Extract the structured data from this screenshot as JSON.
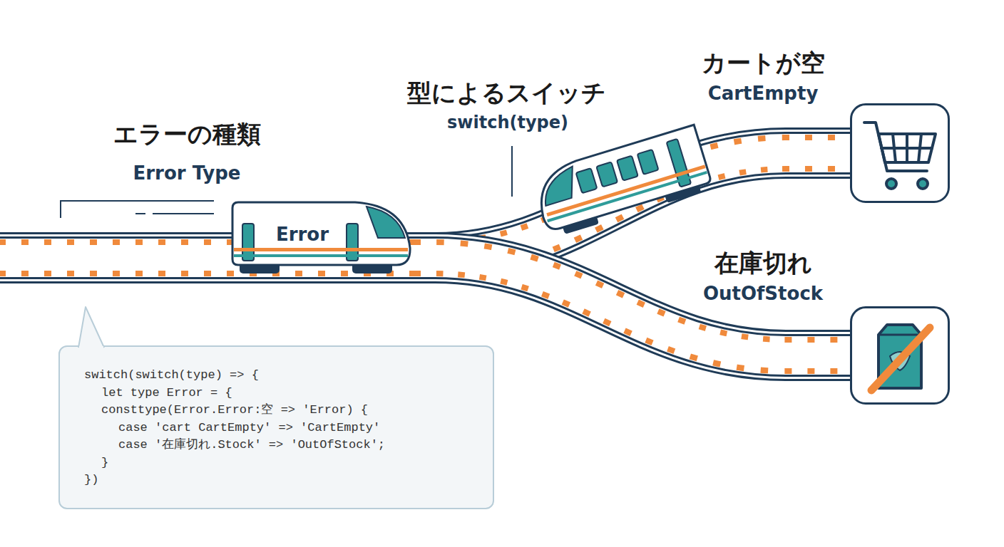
{
  "diagram": {
    "nodes": [
      {
        "text": [
          "Error"
        ]
      },
      {
        "text": [
          "カートが空",
          "CartEmpty"
        ]
      },
      {
        "text": [
          "在庫切れ",
          "OutOfStock"
        ]
      },
      {
        "text": [
          "switch(switch(type) => {",
          "let type Error = {",
          "consttype(Error.Error:空 => 'Error) {",
          "case 'cart CartEmpty' => 'CartEmpty'",
          "case '在庫切れ.Stock' => 'OutOfStock';",
          "}",
          "})"
        ]
      }
    ],
    "edges": [
      {
        "from": 0,
        "to": 1,
        "arrow": "none"
      },
      {
        "from": 0,
        "to": 2,
        "arrow": "none"
      }
    ],
    "labels": [
      "エラーの種類",
      "Error Type",
      "型によるスイッチ",
      "switch(type)"
    ]
  }
}
